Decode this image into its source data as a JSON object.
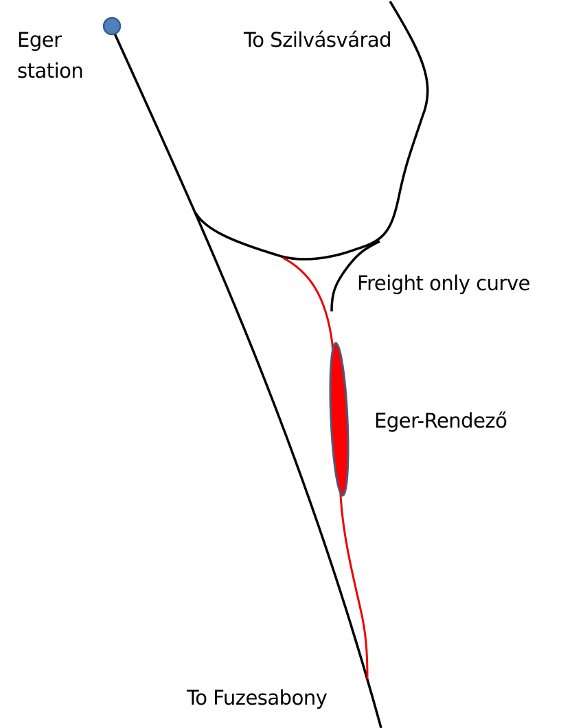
{
  "labels": {
    "eger_line1": "Eger",
    "eger_line2": "station",
    "to_szilvasvarad": "To Szilvásvárad",
    "freight_curve": "Freight only curve",
    "yard": "Eger-Rendező",
    "to_fuzesabony": "To Fuzesabony"
  },
  "colors": {
    "main_line": "#000000",
    "yard_line": "#ee0000",
    "yard_fill": "#ff0000",
    "yard_outline": "#4a5a80",
    "station_fill": "#4f81bd",
    "station_outline": "#385d8a"
  }
}
